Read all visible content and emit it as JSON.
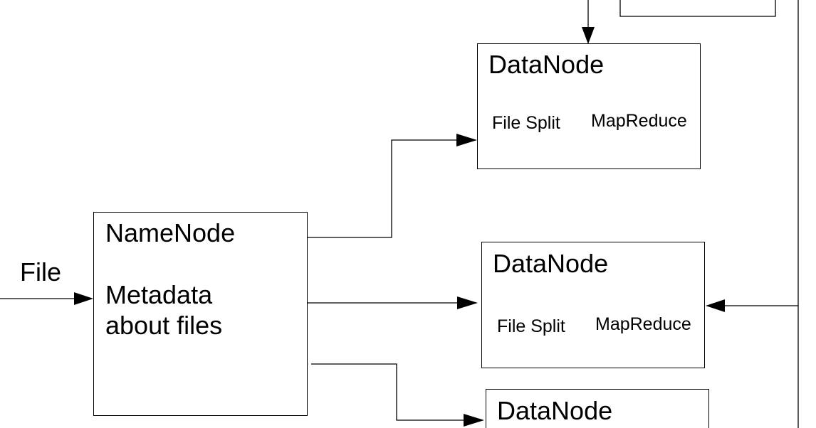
{
  "input": {
    "label": "File"
  },
  "namenode": {
    "title": "NameNode",
    "body_line1": "Metadata",
    "body_line2": "about files"
  },
  "datanodes": [
    {
      "title": "DataNode",
      "left_label": "File Split",
      "right_label": "MapReduce"
    },
    {
      "title": "DataNode",
      "left_label": "File Split",
      "right_label": "MapReduce"
    },
    {
      "title": "DataNode"
    }
  ],
  "colors": {
    "stroke": "#000000",
    "background": "#ffffff"
  }
}
